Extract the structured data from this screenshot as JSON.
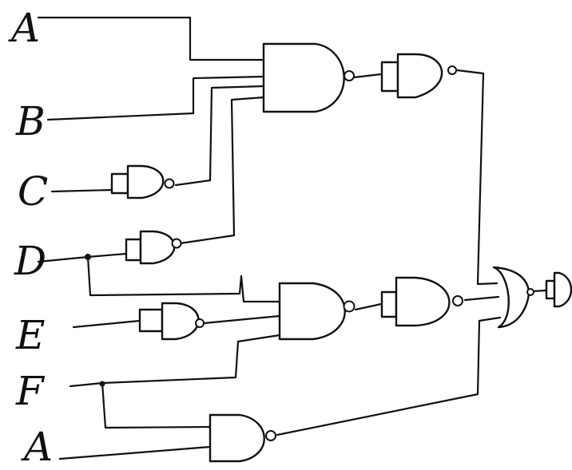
{
  "inputs": [
    "A",
    "B",
    "C",
    "D",
    "E",
    "F",
    "A"
  ],
  "colors": {
    "ink": "#111111",
    "paper": "#ffffff"
  }
}
